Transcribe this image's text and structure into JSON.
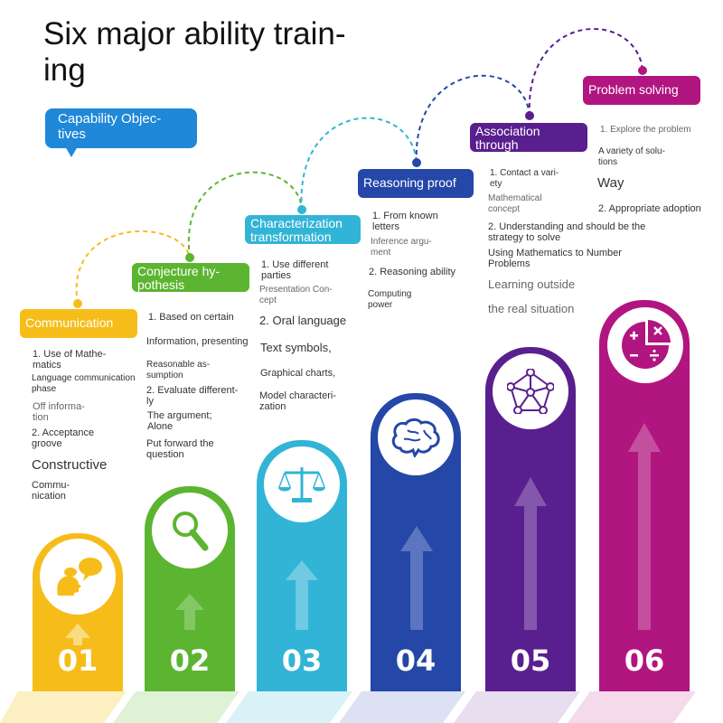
{
  "title": "Six major ability train-\ning",
  "capability_label": "Capability Objec-\ntives",
  "colors": {
    "yellow": "#f6bd1a",
    "green": "#5cb531",
    "cyan": "#32b4d6",
    "blue": "#2447a8",
    "purple": "#5a1f8f",
    "magenta": "#b1157f",
    "capability": "#1f88d8"
  },
  "steps": [
    {
      "number": "01",
      "label": "Communication",
      "icon": "speech-head-icon",
      "notes": [
        "1. Use of Mathe-\nmatics",
        "Language communication\nphase",
        "Off informa-\ntion",
        "2. Acceptance\ngroove",
        "Constructive",
        "Commu-\nnication"
      ]
    },
    {
      "number": "02",
      "label": "Conjecture hy-\npothesis",
      "icon": "magnifier-icon",
      "notes": [
        "1. Based on certain",
        "Information, presenting",
        "Reasonable as-\nsumption",
        "2. Evaluate different-\nly",
        "The argument;\nAlone",
        "Put forward the\nquestion"
      ]
    },
    {
      "number": "03",
      "label": "Characterization\ntransformation",
      "icon": "scales-icon",
      "notes": [
        "1. Use different\nparties",
        "Presentation Con-\ncept",
        "2. Oral language",
        "Text symbols,",
        "Graphical charts,",
        "Model characteri-\nzation"
      ]
    },
    {
      "number": "04",
      "label": "Reasoning proof",
      "icon": "brain-icon",
      "notes": [
        "1. From known\nletters",
        "Inference argu-\nment",
        "2. Reasoning ability",
        "Computing\npower"
      ]
    },
    {
      "number": "05",
      "label": "Association\nthrough",
      "icon": "network-icon",
      "notes": [
        "1. Contact a vari-\nety",
        "Mathematical\nconcept",
        "2. Understanding and should be the\nstrategy to solve",
        "Using Mathematics to Number\nProblems",
        "Learning outside",
        "the real situation"
      ]
    },
    {
      "number": "06",
      "label": "Problem solving",
      "icon": "calculator-icon",
      "notes": [
        "1. Explore the problem",
        "A variety of solu-\ntions",
        "Way",
        "2. Appropriate adoption"
      ]
    }
  ]
}
